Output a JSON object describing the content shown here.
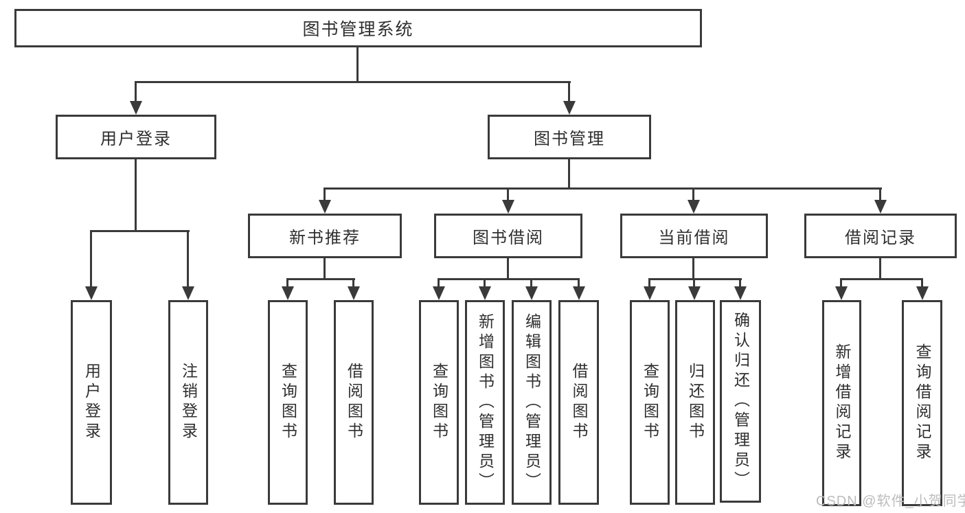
{
  "diagram": {
    "root": {
      "label": "图书管理系统"
    },
    "branches": [
      {
        "label": "用户登录",
        "children": [
          "用户登录",
          "注销登录"
        ]
      },
      {
        "label": "图书管理",
        "groups": [
          {
            "label": "新书推荐",
            "children": [
              "查询图书",
              "借阅图书"
            ]
          },
          {
            "label": "图书借阅",
            "children": [
              "查询图书",
              "新增图书（管理员）",
              "编辑图书（管理员）",
              "借阅图书"
            ]
          },
          {
            "label": "当前借阅",
            "children": [
              "查询图书",
              "归还图书",
              "确认归还（管理员）"
            ]
          },
          {
            "label": "借阅记录",
            "children": [
              "新增借阅记录",
              "查询借阅记录"
            ]
          }
        ]
      }
    ]
  },
  "watermark": "CSDN @软件_小贺同学",
  "colors": {
    "line": "#3a3a3a",
    "text": "#2f2f2f",
    "watermark": "#bcbcbc",
    "background": "#ffffff"
  }
}
